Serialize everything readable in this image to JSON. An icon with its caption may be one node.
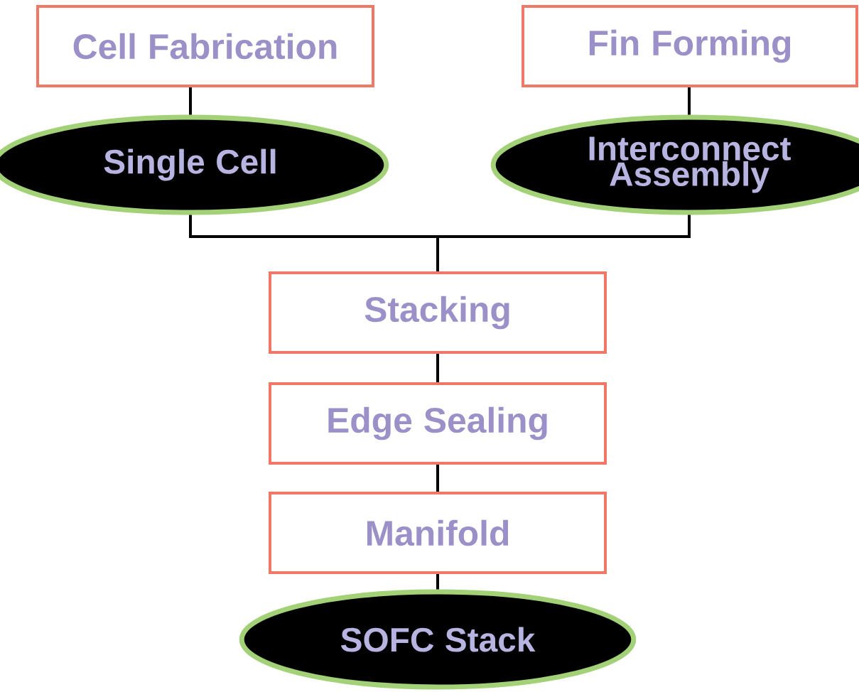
{
  "diagram": {
    "nodes": [
      {
        "text": [
          "Cell Fabrication"
        ]
      },
      {
        "text": [
          "Fin Forming"
        ]
      },
      {
        "text": [
          "Single Cell"
        ]
      },
      {
        "text": [
          "Interconnect Assembly"
        ]
      },
      {
        "text": [
          "Stacking"
        ]
      },
      {
        "text": [
          "Edge Sealing"
        ]
      },
      {
        "text": [
          "Manifold"
        ]
      },
      {
        "text": [
          "SOFC Stack"
        ]
      }
    ],
    "edges": [
      {
        "from": 0,
        "to": 2,
        "arrow": "none"
      },
      {
        "from": 1,
        "to": 3,
        "arrow": "none"
      },
      {
        "from": 2,
        "to": 4,
        "arrow": "none"
      },
      {
        "from": 3,
        "to": 4,
        "arrow": "none"
      },
      {
        "from": 4,
        "to": 5,
        "arrow": "none"
      },
      {
        "from": 5,
        "to": 6,
        "arrow": "none"
      },
      {
        "from": 6,
        "to": 7,
        "arrow": "none"
      }
    ]
  }
}
